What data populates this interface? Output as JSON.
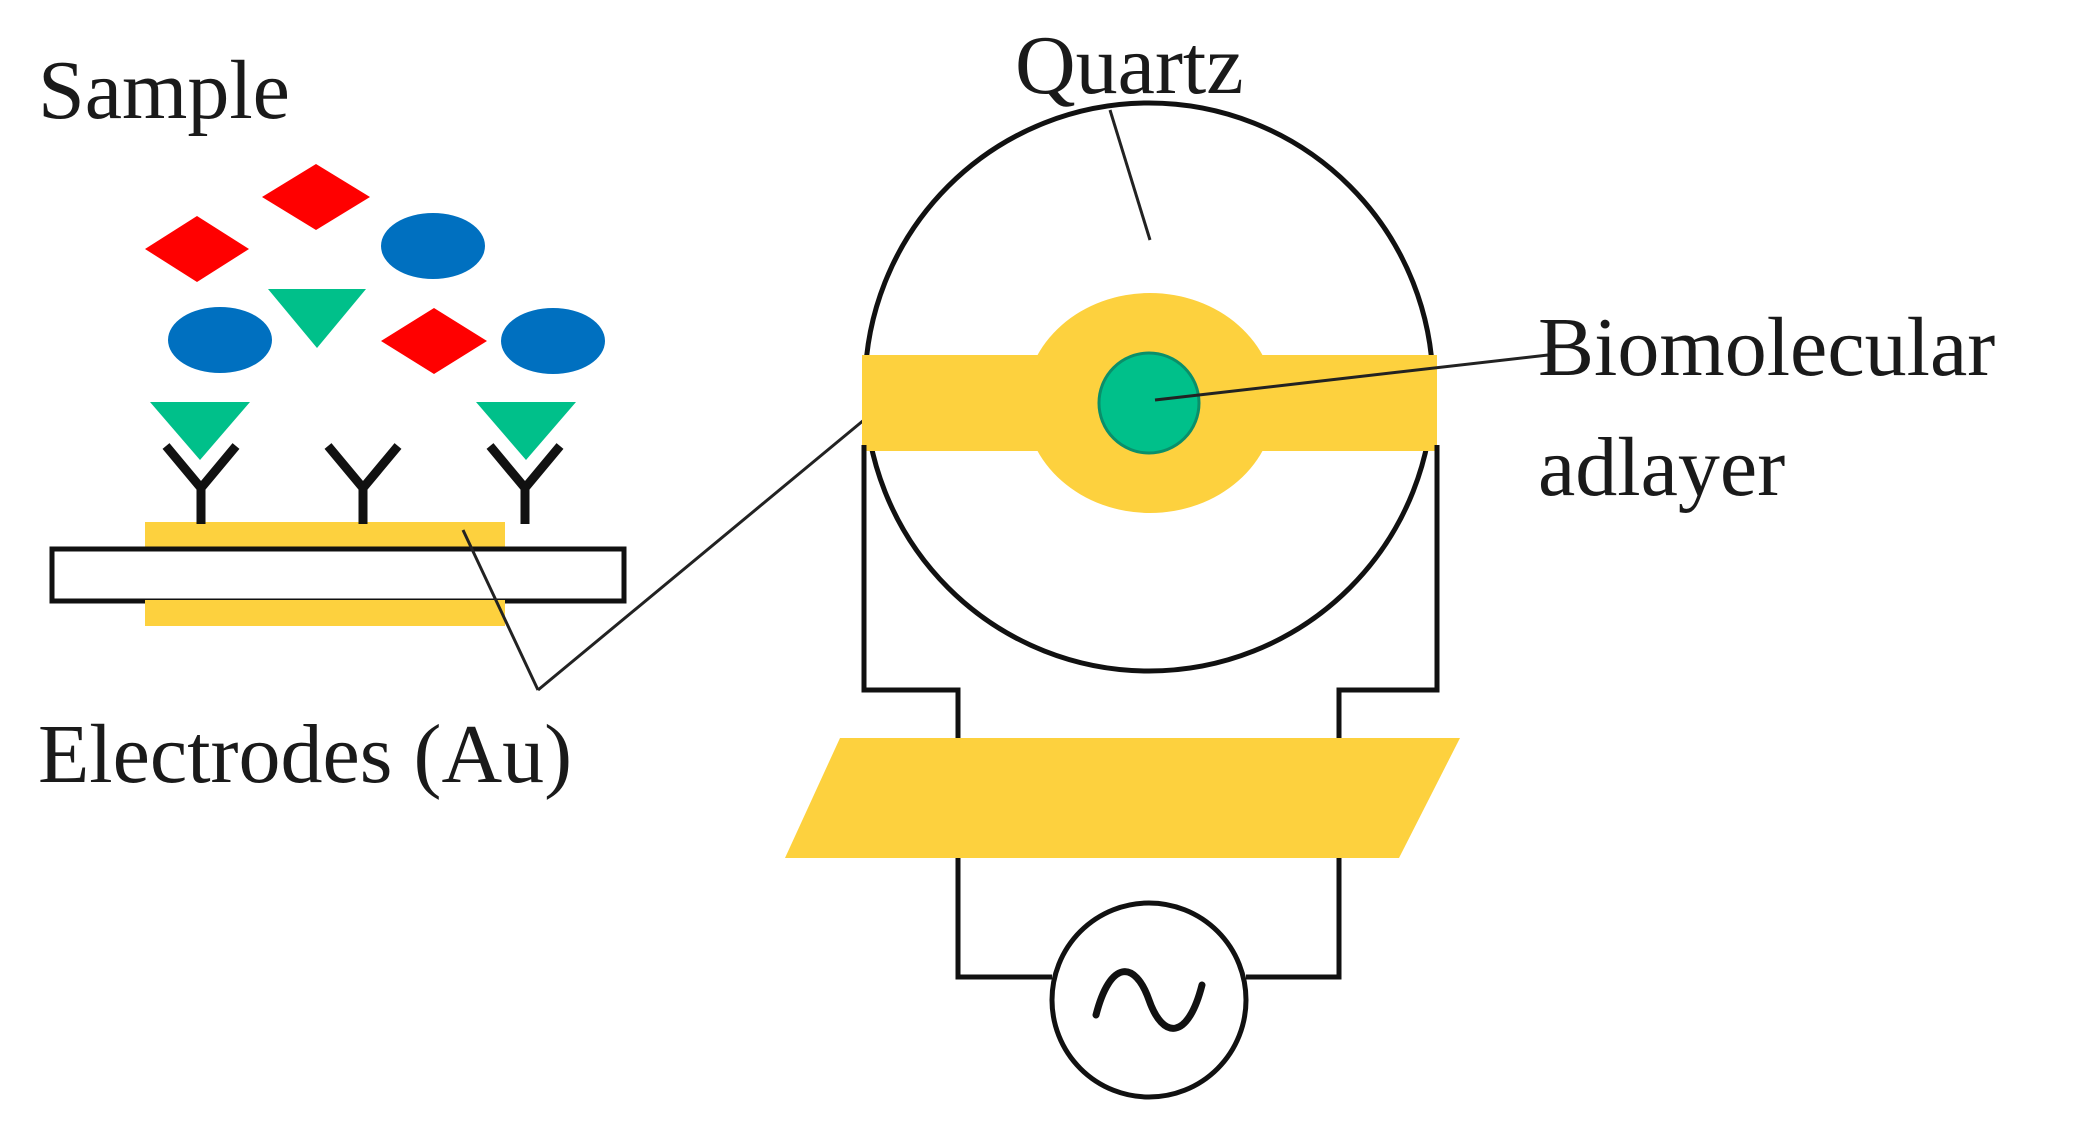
{
  "labels": {
    "sample": "Sample",
    "quartz": "Quartz",
    "biomolecular_line1": "Biomolecular",
    "biomolecular_line2": "adlayer",
    "electrodes": "Electrodes (Au)"
  },
  "colors": {
    "gold": "#FDD13E",
    "antigen_red": "#FF0000",
    "molecule_blue": "#0070C0",
    "analyte_green": "#00C08A",
    "line": "#111111"
  },
  "icons": {
    "antibody": "Y",
    "ac_source": "sine-wave-icon"
  }
}
